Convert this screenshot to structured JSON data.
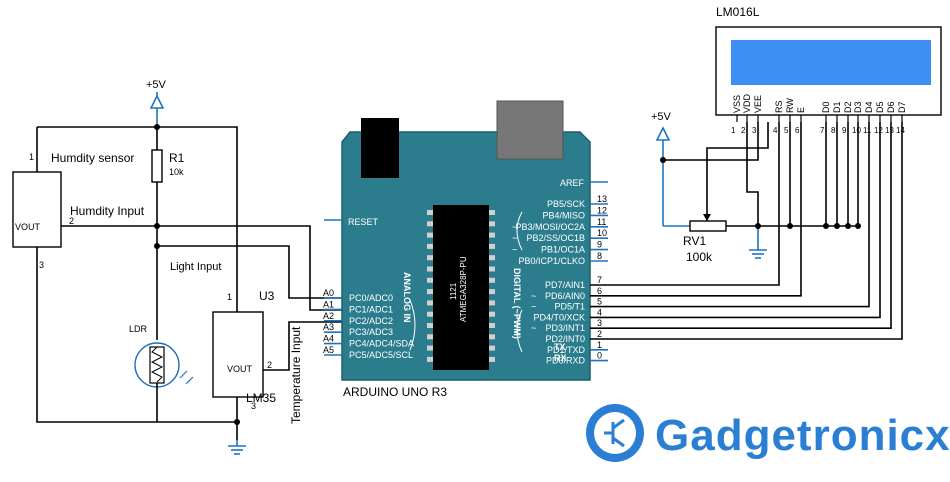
{
  "power": {
    "label": "+5V"
  },
  "humidity": {
    "title": "Humdity sensor",
    "pin_top": "1",
    "pin_side": "2",
    "pin_bottom": "3",
    "out": "VOUT",
    "net": "Humdity Input"
  },
  "r1": {
    "name": "R1",
    "value": "10k"
  },
  "light": {
    "net": "Light Input",
    "ldr": "LDR"
  },
  "u3": {
    "name": "U3",
    "model": "LM35",
    "out": "VOUT",
    "pin_top": "1",
    "pin_side": "2",
    "pin_bottom": "3",
    "net": "Temperature Input"
  },
  "arduino": {
    "title": "ARDUINO UNO R3",
    "reset": "RESET",
    "aref": "AREF",
    "analog_header": "ANALOG IN",
    "digital_header": "DIGITAL (~PWM)",
    "chip": "ATMEGA328P-PU",
    "chip_num": "1121",
    "tx": "TX",
    "rx": "RX",
    "analog_pins": [
      {
        "num": "A0",
        "label": "PC0/ADC0"
      },
      {
        "num": "A1",
        "label": "PC1/ADC1"
      },
      {
        "num": "A2",
        "label": "PC2/ADC2"
      },
      {
        "num": "A3",
        "label": "PC3/ADC3"
      },
      {
        "num": "A4",
        "label": "PC4/ADC4/SDA"
      },
      {
        "num": "A5",
        "label": "PC5/ADC5/SCL"
      }
    ],
    "digital_top": [
      {
        "num": "13",
        "label": "PB5/SCK"
      },
      {
        "num": "12",
        "label": "PB4/MISO"
      },
      {
        "num": "11",
        "label": "PB3/MOSI/OC2A"
      },
      {
        "num": "10",
        "label": "PB2/SS/OC1B"
      },
      {
        "num": "9",
        "label": "PB1/OC1A"
      },
      {
        "num": "8",
        "label": "PB0/ICP1/CLKO"
      }
    ],
    "digital_bottom": [
      {
        "num": "7",
        "label": "PD7/AIN1"
      },
      {
        "num": "6",
        "label": "PD6/AIN0"
      },
      {
        "num": "5",
        "label": "PD5/T1"
      },
      {
        "num": "4",
        "label": "PD4/T0/XCK"
      },
      {
        "num": "3",
        "label": "PD3/INT1"
      },
      {
        "num": "2",
        "label": "PD2/INT0"
      },
      {
        "num": "1",
        "label": "PD1/TXD"
      },
      {
        "num": "0",
        "label": "PD0/RXD"
      }
    ],
    "tilde": "~"
  },
  "lcd": {
    "name": "LM016L",
    "pins": [
      {
        "name": "VSS",
        "num": "1"
      },
      {
        "name": "VDD",
        "num": "2"
      },
      {
        "name": "VEE",
        "num": "3"
      },
      {
        "name": "RS",
        "num": "4"
      },
      {
        "name": "RW",
        "num": "5"
      },
      {
        "name": "E",
        "num": "6"
      },
      {
        "name": "D0",
        "num": "7"
      },
      {
        "name": "D1",
        "num": "8"
      },
      {
        "name": "D2",
        "num": "9"
      },
      {
        "name": "D3",
        "num": "10"
      },
      {
        "name": "D4",
        "num": "11"
      },
      {
        "name": "D5",
        "num": "12"
      },
      {
        "name": "D6",
        "num": "13"
      },
      {
        "name": "D7",
        "num": "14"
      }
    ]
  },
  "rv1": {
    "name": "RV1",
    "value": "100k"
  },
  "logo": {
    "text": "Gadgetronicx"
  },
  "colors": {
    "board": "#2b7d8e",
    "board_dark": "#1a5f6c",
    "wire_blue": "#1e73be",
    "lcd_screen": "#3d8ef0",
    "logo": "#2a7fd4"
  }
}
